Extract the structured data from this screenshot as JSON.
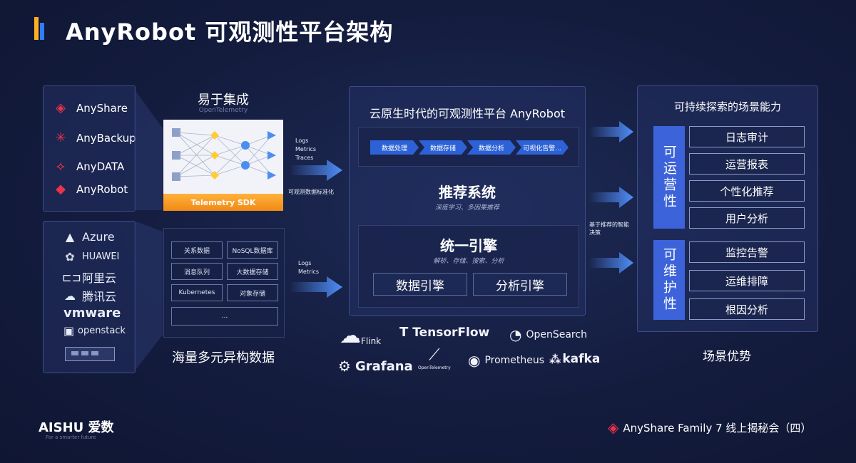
{
  "header": {
    "title": "AnyRobot 可观测性平台架构"
  },
  "products": {
    "items": [
      {
        "label": "AnyShare",
        "icon": "anyshare-logo-icon"
      },
      {
        "label": "AnyBackup",
        "icon": "anybackup-logo-icon"
      },
      {
        "label": "AnyDATA",
        "icon": "anydata-logo-icon"
      },
      {
        "label": "AnyRobot",
        "icon": "anyrobot-logo-icon"
      }
    ]
  },
  "clouds": {
    "items": [
      {
        "label": "Azure",
        "icon": "azure-logo-icon"
      },
      {
        "label": "HUAWEI",
        "icon": "huawei-logo-icon"
      },
      {
        "label": "阿里云",
        "icon": "aliyun-logo-icon"
      },
      {
        "label": "腾讯云",
        "icon": "tencent-cloud-logo-icon"
      },
      {
        "label": "vmware",
        "icon": "vmware-logo-icon"
      },
      {
        "label": "openstack",
        "icon": "openstack-logo-icon"
      }
    ]
  },
  "integration": {
    "title": "易于集成",
    "subtitle": "OpenTelemetry",
    "sdk_label": "Telemetry SDK",
    "arrow_text": [
      "Logs",
      "Metrics",
      "Traces"
    ],
    "arrow_caption": "可观测数据标准化"
  },
  "data_sources": {
    "caption": "海量多元异构数据",
    "cells": [
      "关系数据",
      "NoSQL数据库",
      "消息队列",
      "大数据存储",
      "Kubernetes",
      "对象存储",
      "..."
    ],
    "arrow_text": [
      "Logs",
      "Metrics"
    ]
  },
  "platform": {
    "title": "云原生时代的可观测性平台 AnyRobot",
    "steps": [
      "数据处理",
      "数据存储",
      "数据分析",
      "可视化告警..."
    ],
    "rec_title": "推荐系统",
    "rec_sub": "深度学习、多因果推荐",
    "engine_title": "统一引擎",
    "engine_sub": "解析、存储、搜索、分析",
    "engine_buttons": [
      "数据引擎",
      "分析引擎"
    ]
  },
  "middle_caption": "基于推荐的智能决策",
  "tools": {
    "items": [
      {
        "label": "Flink",
        "icon": "flink-logo-icon"
      },
      {
        "label": "TensorFlow",
        "icon": "tensorflow-logo-icon"
      },
      {
        "label": "OpenSearch",
        "icon": "opensearch-logo-icon"
      },
      {
        "label": "Grafana",
        "icon": "grafana-logo-icon"
      },
      {
        "label": "OpenTelemetry",
        "icon": "opentelemetry-logo-icon"
      },
      {
        "label": "Prometheus",
        "icon": "prometheus-logo-icon"
      },
      {
        "label": "kafka",
        "icon": "kafka-logo-icon"
      }
    ]
  },
  "scenes": {
    "title": "可持续探索的场景能力",
    "group1_tag": "可运营性",
    "group1_items": [
      "日志审计",
      "运营报表",
      "个性化推荐",
      "用户分析"
    ],
    "group2_tag": "可维护性",
    "group2_items": [
      "监控告警",
      "运维排障",
      "根因分析"
    ],
    "caption": "场景优势"
  },
  "footer": {
    "brand_left": "AISHU 爱数",
    "brand_left_sub": "For a smarter future",
    "brand_right": "AnyShare Family 7 线上揭秘会（四）"
  },
  "colors": {
    "accent_blue": "#2f7cff",
    "accent_orange": "#ffb020",
    "brand_red": "#e8334a",
    "bg": "#141c3e"
  }
}
